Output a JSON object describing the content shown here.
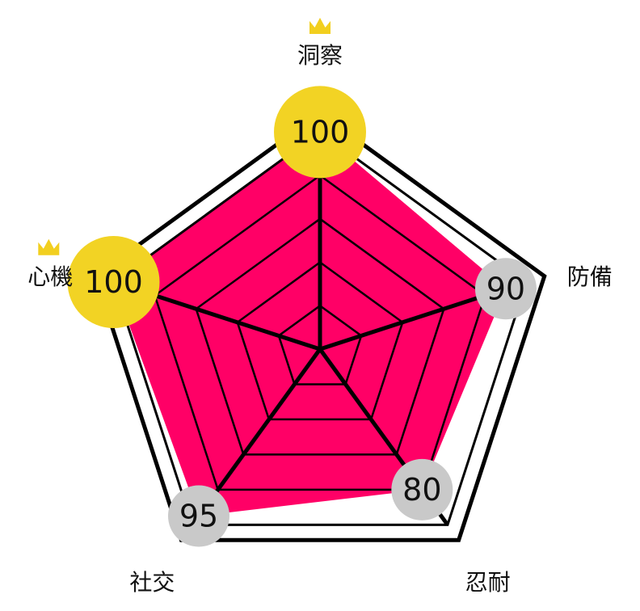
{
  "chart_data": {
    "type": "radar",
    "axes": [
      "洞察",
      "防備",
      "忍耐",
      "社交",
      "心機"
    ],
    "values": [
      100,
      90,
      80,
      95,
      100
    ],
    "max": 100,
    "grid_levels": 5,
    "top_marker": "crown-icon",
    "colors": {
      "fill": "#ff0066",
      "grid": "#000000",
      "top_badge": "#f2d324",
      "badge": "#c9c9c9",
      "crown": "#f2cf1f"
    }
  }
}
